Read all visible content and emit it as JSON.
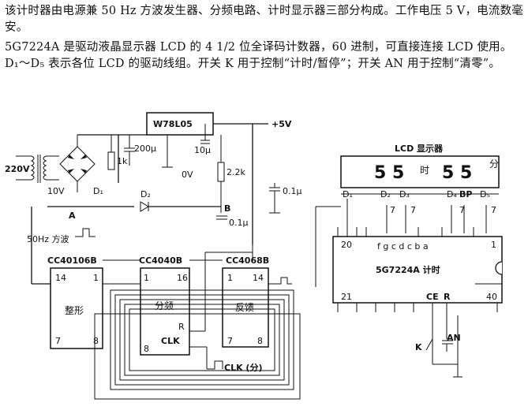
{
  "intro": {
    "paragraph1": "该计时器由电源兼 50 Hz 方波发生器、分频电路、计时显示器三部分构成。工作电压 5 V，电流数毫安。",
    "paragraph2": "5G7224A 是驱动液晶显示器 LCD 的 4 1/2 位全译码计数器，60 进制，可直接连接 LCD 使用。D₁～D₅ 表示各位 LCD 的驱动线组。开关 K 用于控制“计时/暂停”；开关 AN 用于控制“清零”。"
  },
  "power": {
    "regulator": "W78L05",
    "supply": "+5V",
    "ac_input": "220V",
    "transformer_secondary": "10V",
    "bridge_label": "D₁",
    "r_1k": "1k",
    "c_200u": "200μ",
    "c_10u": "10μ",
    "zero_v": "0V",
    "r_2k2": "2.2k",
    "c_01u_a": "0.1μ",
    "c_01u_b": "0.1μ",
    "diode2": "D₂",
    "node_a": "A",
    "node_b": "B",
    "square_wave": "50Hz 方波"
  },
  "ics": {
    "shaper": {
      "part": "CC40106B",
      "func": "整形",
      "pin_tl": "14",
      "pin_tr": "1",
      "pin_bl": "7",
      "pin_br": "8"
    },
    "divider": {
      "part": "CC4040B",
      "func": "分频",
      "pin_tl": "1",
      "pin_tr": "16",
      "pin_bl": "8",
      "pin_r": "R",
      "pin_clk": "CLK"
    },
    "feedback": {
      "part": "CC4068B",
      "func": "反馈",
      "pin_tl": "1",
      "pin_tr": "14",
      "pin_bl": "7",
      "pin_br": "8"
    },
    "counter": {
      "part": "5G7224A 计时",
      "pin_tl": "20",
      "pin_tr": "1",
      "pin_bl": "21",
      "pin_br": "40",
      "ce": "CE",
      "r": "R",
      "segs": "f g c d c b a"
    }
  },
  "lcd": {
    "title": "LCD 显示器",
    "digits_min": "5 5",
    "shi": "时",
    "digits_sec": "5 5",
    "fen": "分",
    "drivers": [
      "D₁",
      "D₂",
      "D₃",
      "D₄",
      "BP",
      "D₅"
    ],
    "bus7": [
      "7",
      "7",
      "7",
      "7"
    ]
  },
  "switches": {
    "k": "K",
    "an": "AN"
  },
  "clk_out": "CLK (分)"
}
